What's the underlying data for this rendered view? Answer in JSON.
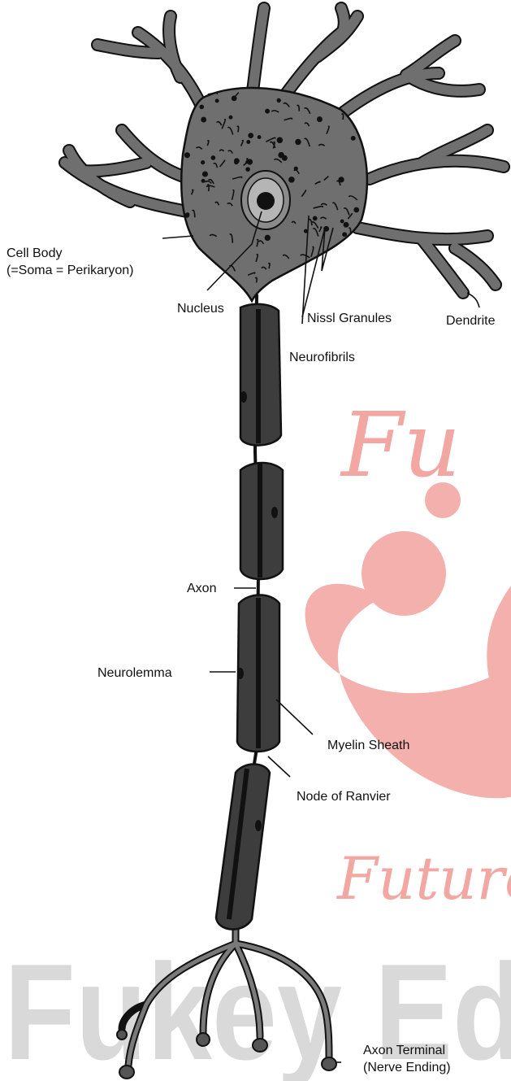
{
  "labels": {
    "cell_body_line1": "Cell Body",
    "cell_body_line2": "(=Soma = Perikaryon)",
    "nucleus": "Nucleus",
    "nissl_granules": "Nissl Granules",
    "dendrite": "Dendrite",
    "neurofibrils": "Neurofibrils",
    "axon": "Axon",
    "neurolemma": "Neurolemma",
    "myelin_sheath": "Myelin Sheath",
    "node_of_ranvier": "Node of Ranvier",
    "axon_terminal_line1": "Axon Terminal",
    "axon_terminal_line2": "(Nerve Ending)"
  },
  "watermark": {
    "script_top": "Fu",
    "script_bottom": "Future",
    "big_text": "Fukey Ed"
  },
  "colors": {
    "soma_fill": "#6f6f6f",
    "sheath_fill": "#3d3d3d",
    "ink": "#111111",
    "watermark_red": "#f2a7a3",
    "watermark_grey": "#d6d6d6"
  }
}
